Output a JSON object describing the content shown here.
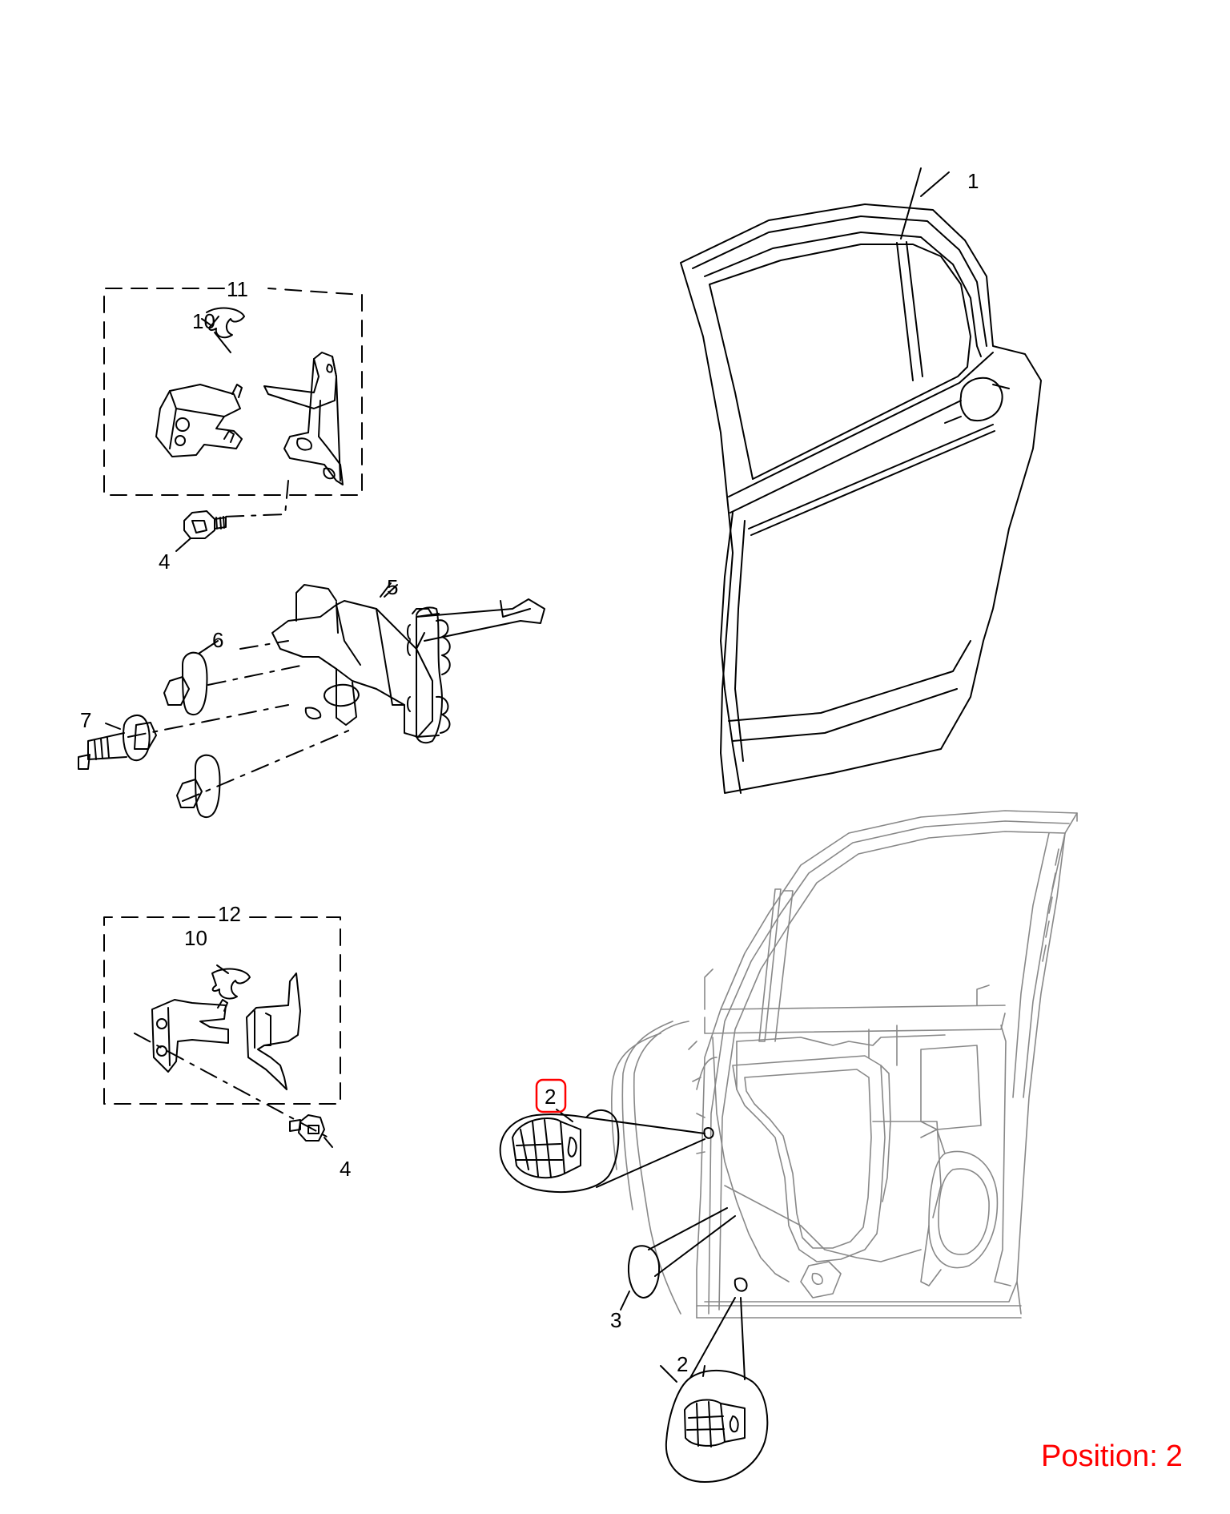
{
  "callouts": {
    "c1": "1",
    "c11": "11",
    "c10a": "10",
    "c4a": "4",
    "c5": "5",
    "c6": "6",
    "c7": "7",
    "c12": "12",
    "c10b": "10",
    "c4b": "4",
    "c2a": "2",
    "c3": "3",
    "c2b": "2"
  },
  "position": {
    "label": "Position:",
    "value": "2"
  },
  "colors": {
    "line": "#000000",
    "door_outline": "#888888",
    "highlight": "#ff0000",
    "position_text": "#ff0000"
  }
}
